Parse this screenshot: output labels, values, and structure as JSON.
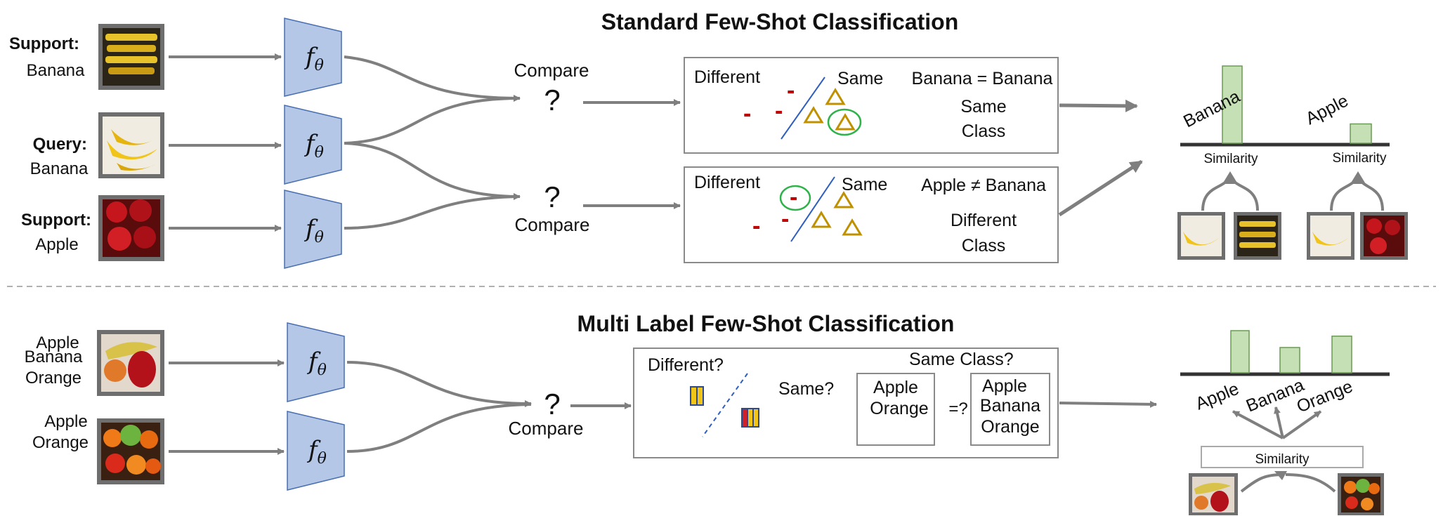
{
  "standard": {
    "title": "Standard Few-Shot Classification",
    "inputs": [
      {
        "role": "Support",
        "colon": ":",
        "label": "Banana",
        "image": "banana-bunches-photo"
      },
      {
        "role": "Query",
        "colon": ":",
        "label": "Banana",
        "image": "bananas-photo"
      },
      {
        "role": "Support:",
        "colon": "",
        "label": "Apple",
        "image": "red-apples-photo"
      }
    ],
    "encoder_symbol": "f",
    "encoder_subscript": "θ",
    "compare_label": "Compare",
    "question_mark": "?",
    "box_top": {
      "different": "Different",
      "same": "Same",
      "equation": "Banana = Banana",
      "result_line1": "Same",
      "result_line2": "Class",
      "minus": "-"
    },
    "box_bottom": {
      "different": "Different",
      "same": "Same",
      "equation": "Apple ≠ Banana",
      "result_line1": "Different",
      "result_line2": "Class",
      "minus": "-"
    },
    "bars": [
      {
        "label": "Banana",
        "value": 1.0,
        "caption": "Similarity"
      },
      {
        "label": "Apple",
        "value": 0.25,
        "caption": "Similarity"
      }
    ]
  },
  "multi": {
    "title": "Multi Label Few-Shot Classification",
    "inputs": [
      {
        "labels": [
          "Apple",
          "Banana",
          "Orange"
        ],
        "image": "mixed-fruit-photo"
      },
      {
        "labels": [
          "Apple",
          "Orange"
        ],
        "image": "apples-oranges-photo"
      }
    ],
    "compare_label": "Compare",
    "question_mark": "?",
    "box": {
      "different": "Different?",
      "same": "Same?",
      "same_class": "Same Class?",
      "left_set": [
        "Apple",
        "Orange"
      ],
      "operator": "=?",
      "right_set": [
        "Apple",
        "Banana",
        "Orange"
      ]
    },
    "bars": [
      {
        "label": "Apple",
        "value": 1.0
      },
      {
        "label": "Banana",
        "value": 0.6
      },
      {
        "label": "Orange",
        "value": 0.87
      }
    ],
    "similarity_label": "Similarity"
  },
  "colors": {
    "encoder_fill": "#b4c7e7",
    "encoder_stroke": "#4a6fb0",
    "bar_fill": "#c5e0b4",
    "bar_stroke": "#6a9a55",
    "arrow": "#7f7f7f",
    "minus": "#c00000",
    "triangle": "#bf9000",
    "circle": "#2fb24a",
    "divider_line": "#2e5fbf"
  }
}
